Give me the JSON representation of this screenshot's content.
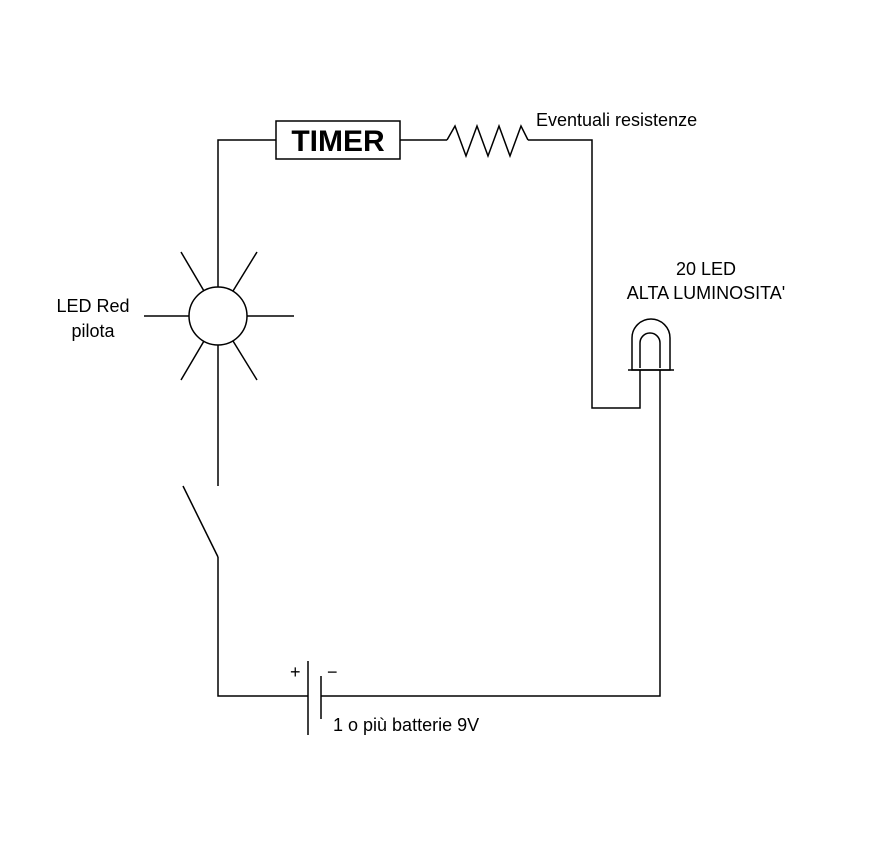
{
  "labels": {
    "timer": "TIMER",
    "resistors": "Eventuali resistenze",
    "led_array_line1": "20 LED",
    "led_array_line2": "ALTA LUMINOSITA'",
    "pilot_led_line1": "LED Red",
    "pilot_led_line2": "pilota",
    "battery": "1 o più batterie 9V",
    "battery_plus": "+",
    "battery_minus": "−"
  },
  "colors": {
    "line": "#000000",
    "background": "#ffffff"
  }
}
